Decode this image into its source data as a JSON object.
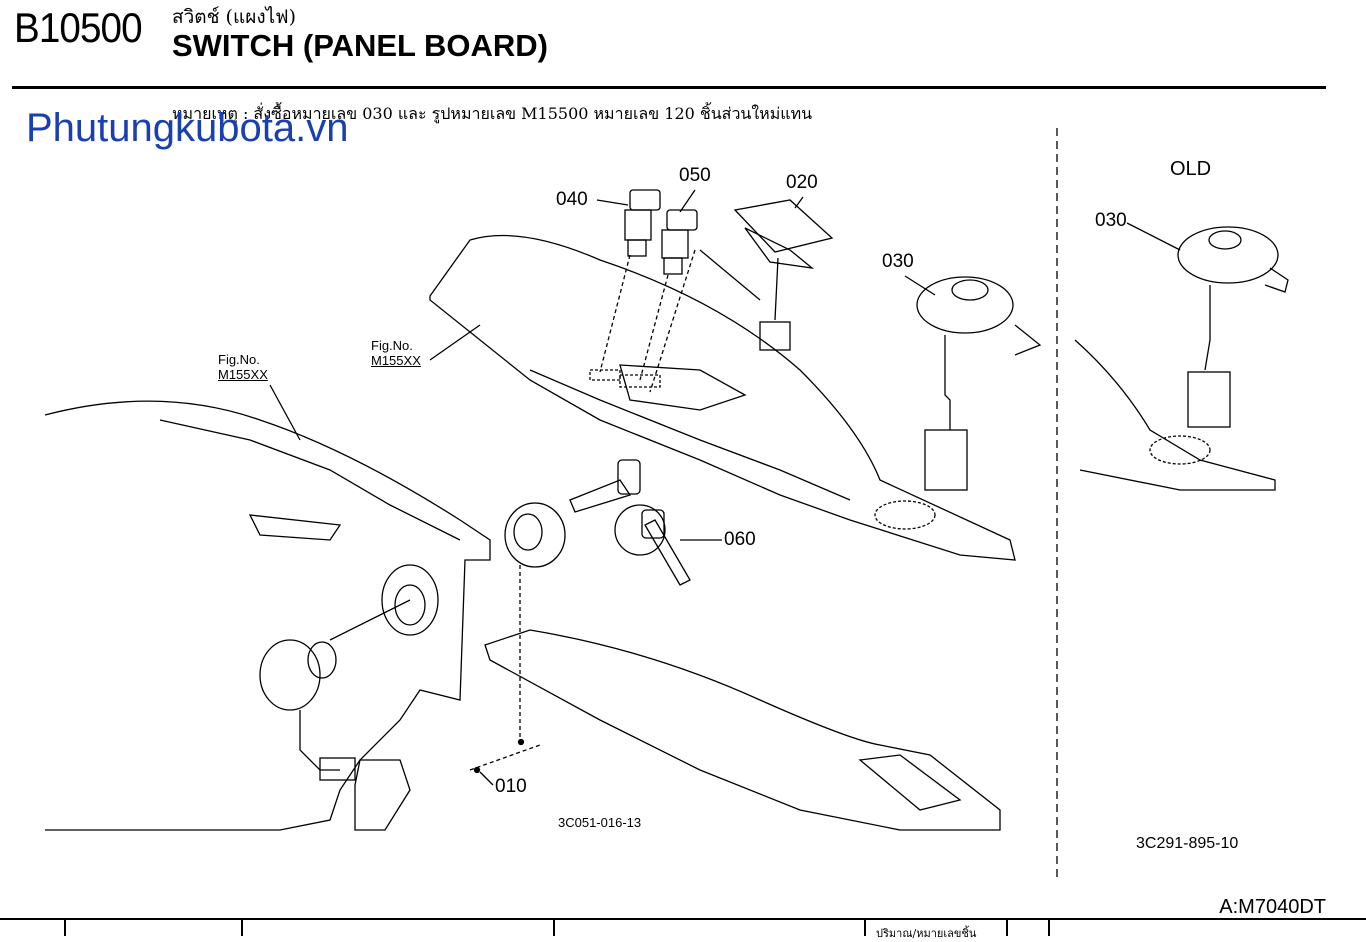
{
  "header": {
    "model_code": "B10500",
    "title_thai": "สวิตช์ (แผงไฟ)",
    "title_en": "SWITCH (PANEL BOARD)"
  },
  "note": "หมายเหตุ : สั่งซื้อหมายเลข 030 และ รูปหมายเลข M15500 หมายเลข 120 ชิ้นส่วนใหม่แทน",
  "watermark": "Phutungkubota.vn",
  "figure": {
    "fig_refs": [
      {
        "line1": "Fig.No.",
        "line2": "M155XX"
      },
      {
        "line1": "Fig.No.",
        "line2": "M155XX"
      }
    ],
    "parts": [
      "040",
      "050",
      "020",
      "030",
      "060",
      "010"
    ],
    "old_label": "OLD",
    "old_part": "030",
    "fig_code_left": "3C051-016-13",
    "fig_code_right": "3C291-895-10"
  },
  "footer": {
    "sheet_id": "A:M7040DT",
    "table_header_partial": "ปริมาณ/หมายเลขชิ้น"
  }
}
